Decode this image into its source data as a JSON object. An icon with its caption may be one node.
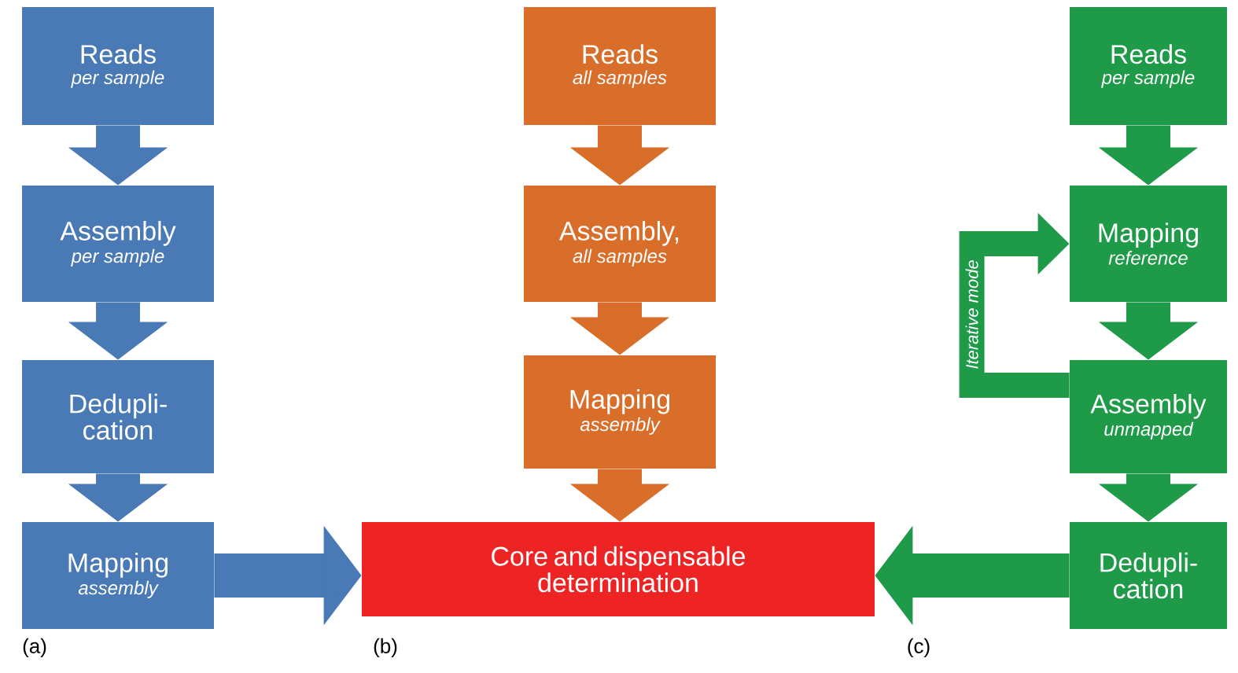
{
  "diagram": {
    "nodes": [
      {
        "text": [
          "Reads",
          "per sample"
        ]
      },
      {
        "text": [
          "Assembly",
          "per sample"
        ]
      },
      {
        "text": [
          "Dedupli- cation"
        ]
      },
      {
        "text": [
          "Mapping",
          "assembly"
        ]
      },
      {
        "text": [
          "Reads",
          "all samples"
        ]
      },
      {
        "text": [
          "Assembly,",
          "all samples"
        ]
      },
      {
        "text": [
          "Mapping",
          "assembly"
        ]
      },
      {
        "text": [
          "Core and dispensable determination"
        ]
      },
      {
        "text": [
          "Reads",
          "per sample"
        ]
      },
      {
        "text": [
          "Mapping",
          "reference"
        ]
      },
      {
        "text": [
          "Assembly",
          "unmapped"
        ]
      },
      {
        "text": [
          "Dedupli- cation"
        ]
      }
    ],
    "edges": [
      {
        "from": 0,
        "to": 1,
        "arrow": "to",
        "color": "#4a7ab5"
      },
      {
        "from": 1,
        "to": 2,
        "arrow": "to",
        "color": "#4a7ab5"
      },
      {
        "from": 2,
        "to": 3,
        "arrow": "to",
        "color": "#4a7ab5"
      },
      {
        "from": 3,
        "to": 7,
        "arrow": "to",
        "color": "#4a7ab5"
      },
      {
        "from": 4,
        "to": 5,
        "arrow": "to",
        "color": "#d96e2a"
      },
      {
        "from": 5,
        "to": 6,
        "arrow": "to",
        "color": "#d96e2a"
      },
      {
        "from": 6,
        "to": 7,
        "arrow": "to",
        "color": "#d96e2a"
      },
      {
        "from": 8,
        "to": 9,
        "arrow": "to"
      },
      {
        "from": 9,
        "to": 10,
        "arrow": "to"
      },
      {
        "from": 10,
        "to": 9,
        "arrow": "to",
        "label": "Iterative mode"
      },
      {
        "from": 10,
        "to": 11,
        "arrow": "to"
      },
      {
        "from": 11,
        "to": 7,
        "arrow": "to"
      }
    ],
    "labels": [
      "(a)",
      "(b)",
      "(c)"
    ]
  }
}
